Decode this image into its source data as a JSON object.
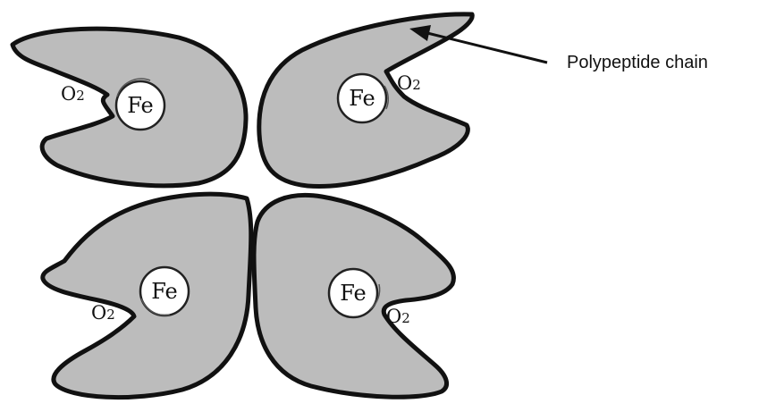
{
  "subunits": [
    {
      "fe_label": "Fe",
      "o2_label": "O2",
      "o2_base": "O",
      "o2_sub": "2"
    },
    {
      "fe_label": "Fe",
      "o2_label": "O2",
      "o2_base": "O",
      "o2_sub": "2"
    },
    {
      "fe_label": "Fe",
      "o2_label": "O2",
      "o2_base": "O",
      "o2_sub": "2"
    },
    {
      "fe_label": "Fe",
      "o2_label": "O2",
      "o2_base": "O",
      "o2_sub": "2"
    }
  ],
  "annotation": {
    "label": "Polypeptide chain"
  },
  "colors": {
    "subunit_fill": "#bcbcbc",
    "outline": "#111111",
    "heme_fill": "#ffffff",
    "background": "#ffffff"
  }
}
